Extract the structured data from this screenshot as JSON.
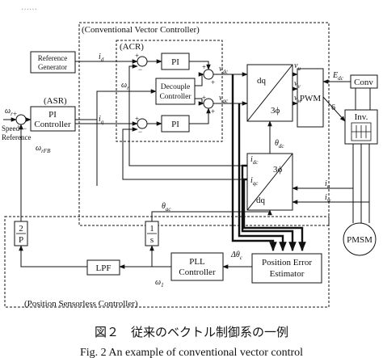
{
  "header_fragment": "……",
  "frames": {
    "vector": "(Conventional Vector Controller)",
    "sensorless": "(Position Sensorless Controller)",
    "acr": "(ACR)",
    "asr": "(ASR)"
  },
  "blocks": {
    "ref_gen": [
      "Reference",
      "Generator"
    ],
    "pi_d": "PI",
    "pi_q": "PI",
    "decouple": [
      "Decouple",
      "Controller"
    ],
    "asr_pi": [
      "PI",
      "Controller"
    ],
    "dq_top": "dq",
    "phase_top": "3ϕ",
    "pwm": "PWM",
    "conv": "Conv",
    "inv": "Inv.",
    "phase_bot": "3ϕ",
    "dq_bot": "dq",
    "pmsm": "PMSM",
    "gain_num": "2",
    "gain_den": "P",
    "integ_num": "1",
    "integ_den": "s",
    "lpf": "LPF",
    "pll": [
      "PLL",
      "Controller"
    ],
    "estimator": [
      "Position Error",
      "Estimator"
    ]
  },
  "signals": {
    "id_ref": "i",
    "id_ref_sub": "d",
    "iq_ref": "i",
    "iq_ref_sub": "q",
    "omega_r_ref": "ω",
    "omega_r_ref_sub": "r",
    "speed_ref": [
      "Speed",
      "Reference"
    ],
    "omega_rfb": "ω",
    "omega_rfb_sub": "rFB",
    "omega_r_acr": "ω",
    "omega_r_acr_sub": "r",
    "v_dc": "v",
    "v_dc_sub": "dc",
    "v_qc": "v",
    "v_qc_sub": "qc",
    "v_u": "v",
    "v_u_sub": "u",
    "v_v": "v",
    "v_v_sub": "v",
    "v_w": "v",
    "v_w_sub": "w",
    "e_dc": "E",
    "e_dc_sub": "dc",
    "six": "6",
    "theta_dc": "θ",
    "theta_dc_sub": "dc",
    "i_dc": "i",
    "i_dc_sub": "dc",
    "i_qc": "i",
    "i_qc_sub": "qc",
    "i_u": "i",
    "i_u_sub": "u",
    "i_w": "i",
    "i_w_sub": "w",
    "theta_ac": "θ",
    "theta_ac_sub": "ac",
    "delta_theta": "Δθ",
    "delta_theta_sub": "c",
    "omega_1": "ω",
    "omega_1_sub": "1"
  },
  "caption": {
    "jp": "図２　従来のベクトル制御系の一例",
    "en": "Fig. 2    An example of conventional vector control"
  }
}
